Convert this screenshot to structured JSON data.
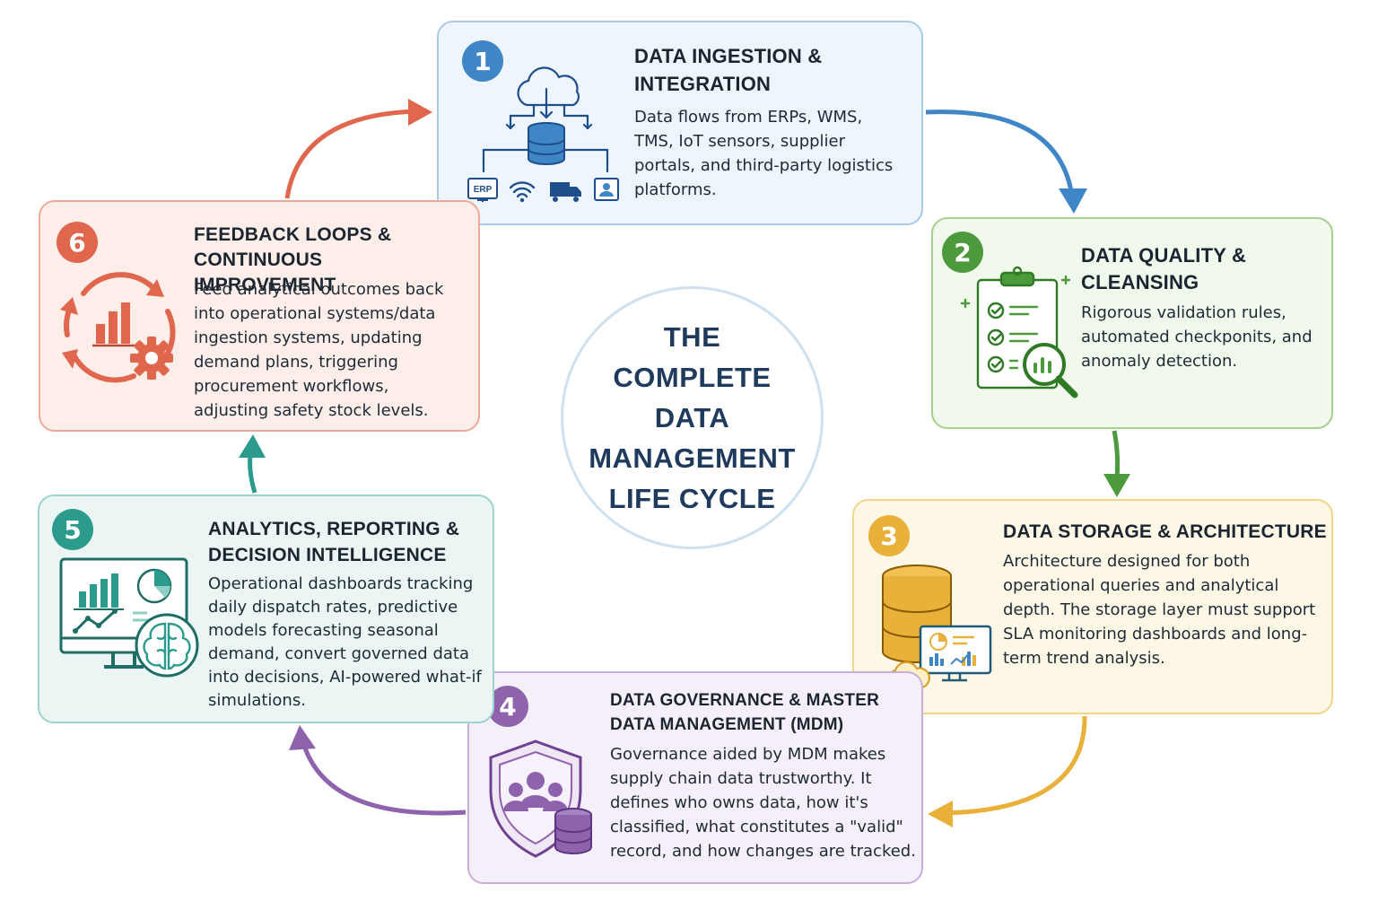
{
  "center": {
    "title": "THE COMPLETE DATA MANAGEMENT LIFE CYCLE"
  },
  "stages": [
    {
      "number": "1",
      "title": "DATA INGESTION & INTEGRATION",
      "description": "Data flows from ERPs, WMS, TMS, IoT sensors, supplier portals, and third-party logistics platforms.",
      "icon": "cloud-database-sources-icon",
      "icon_label": "ERP",
      "color": "#3f86c7"
    },
    {
      "number": "2",
      "title": "DATA QUALITY & CLEANSING",
      "description": "Rigorous validation rules, automated checkponits, and anomaly detection.",
      "icon": "clipboard-checklist-magnifier-icon",
      "color": "#4d9a3d"
    },
    {
      "number": "3",
      "title": "DATA STORAGE & ARCHITECTURE",
      "description": "Architecture designed for both operational queries and analytical depth. The storage layer must support SLA monitoring dashboards and long-term trend analysis.",
      "icon": "database-dashboard-cloud-icon",
      "color": "#eab13a"
    },
    {
      "number": "4",
      "title": "DATA GOVERNANCE & MASTER DATA MANAGEMENT (MDM)",
      "description": "Governance aided by MDM makes supply chain data trustworthy. It defines who owns data, how it's classified, what constitutes a \"valid\" record, and how changes are tracked.",
      "icon": "shield-users-database-icon",
      "color": "#8e62ad"
    },
    {
      "number": "5",
      "title": "ANALYTICS, REPORTING & DECISION INTELLIGENCE",
      "description": "Operational dashboards tracking daily dispatch rates, predictive models forecasting seasonal demand, convert governed data into decisions, AI-powered what-if simulations.",
      "icon": "monitor-charts-brain-icon",
      "color": "#2a9b8d"
    },
    {
      "number": "6",
      "title": "FEEDBACK LOOPS & CONTINUOUS IMPROVEMENT",
      "description": "Feed analytical outcomes back into operational systems/data ingestion systems, updating demand plans, triggering procurement workflows, adjusting safety stock levels.",
      "icon": "cycle-chart-gear-icon",
      "color": "#e0674d"
    }
  ]
}
